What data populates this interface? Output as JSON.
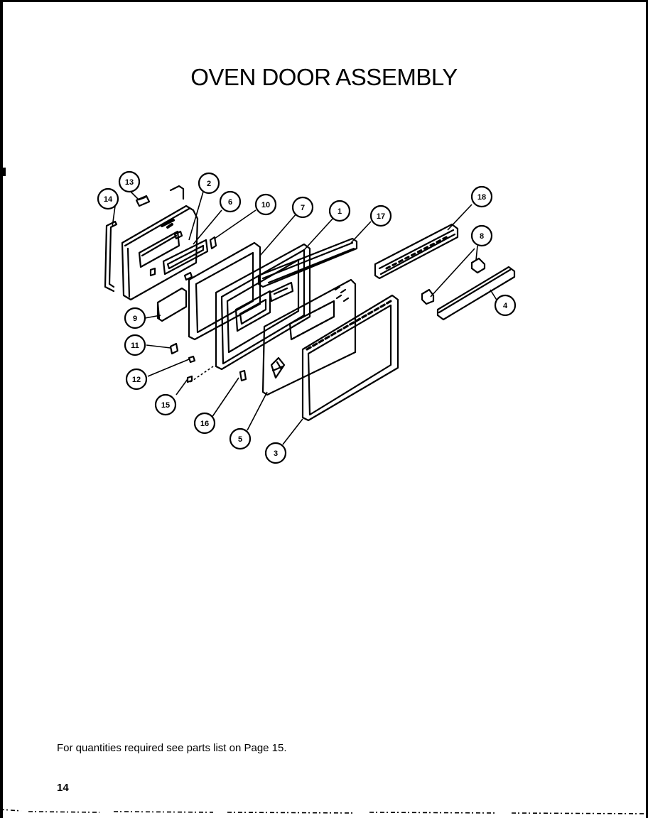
{
  "title": "OVEN DOOR ASSEMBLY",
  "footnote": "For quantities required see parts list on Page 15.",
  "page_number": "14",
  "callouts": [
    "1",
    "2",
    "3",
    "4",
    "5",
    "6",
    "7",
    "8",
    "9",
    "10",
    "11",
    "12",
    "13",
    "14",
    "15",
    "16",
    "17",
    "18"
  ],
  "line_color": "#000000",
  "background": "#ffffff"
}
